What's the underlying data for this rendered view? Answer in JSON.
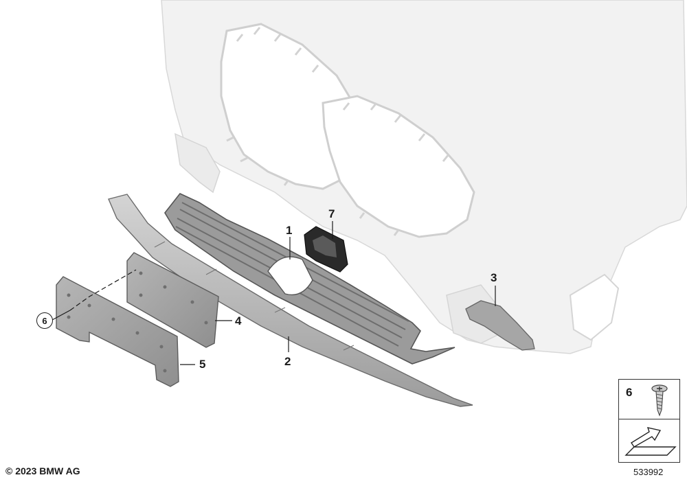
{
  "callouts": {
    "part_1": "1",
    "part_2": "2",
    "part_3": "3",
    "part_4": "4",
    "part_5": "5",
    "part_6": "6",
    "part_7": "7"
  },
  "legend": {
    "screw_number": "6"
  },
  "footer": {
    "copyright": "© 2023 BMW AG",
    "diagram_id": "533992"
  },
  "colors": {
    "bumper_fill": "#f0f0f0",
    "bumper_stroke": "#d4d4d4",
    "part_fill": "#b9b9b9",
    "part_dark": "#7d7d7d",
    "part_stroke": "#5e5e5e",
    "label_text": "#1a1a1a"
  },
  "icons": {
    "legend_screw": "self-tapping-screw-icon",
    "legend_arrow": "direction-arrow-icon"
  }
}
